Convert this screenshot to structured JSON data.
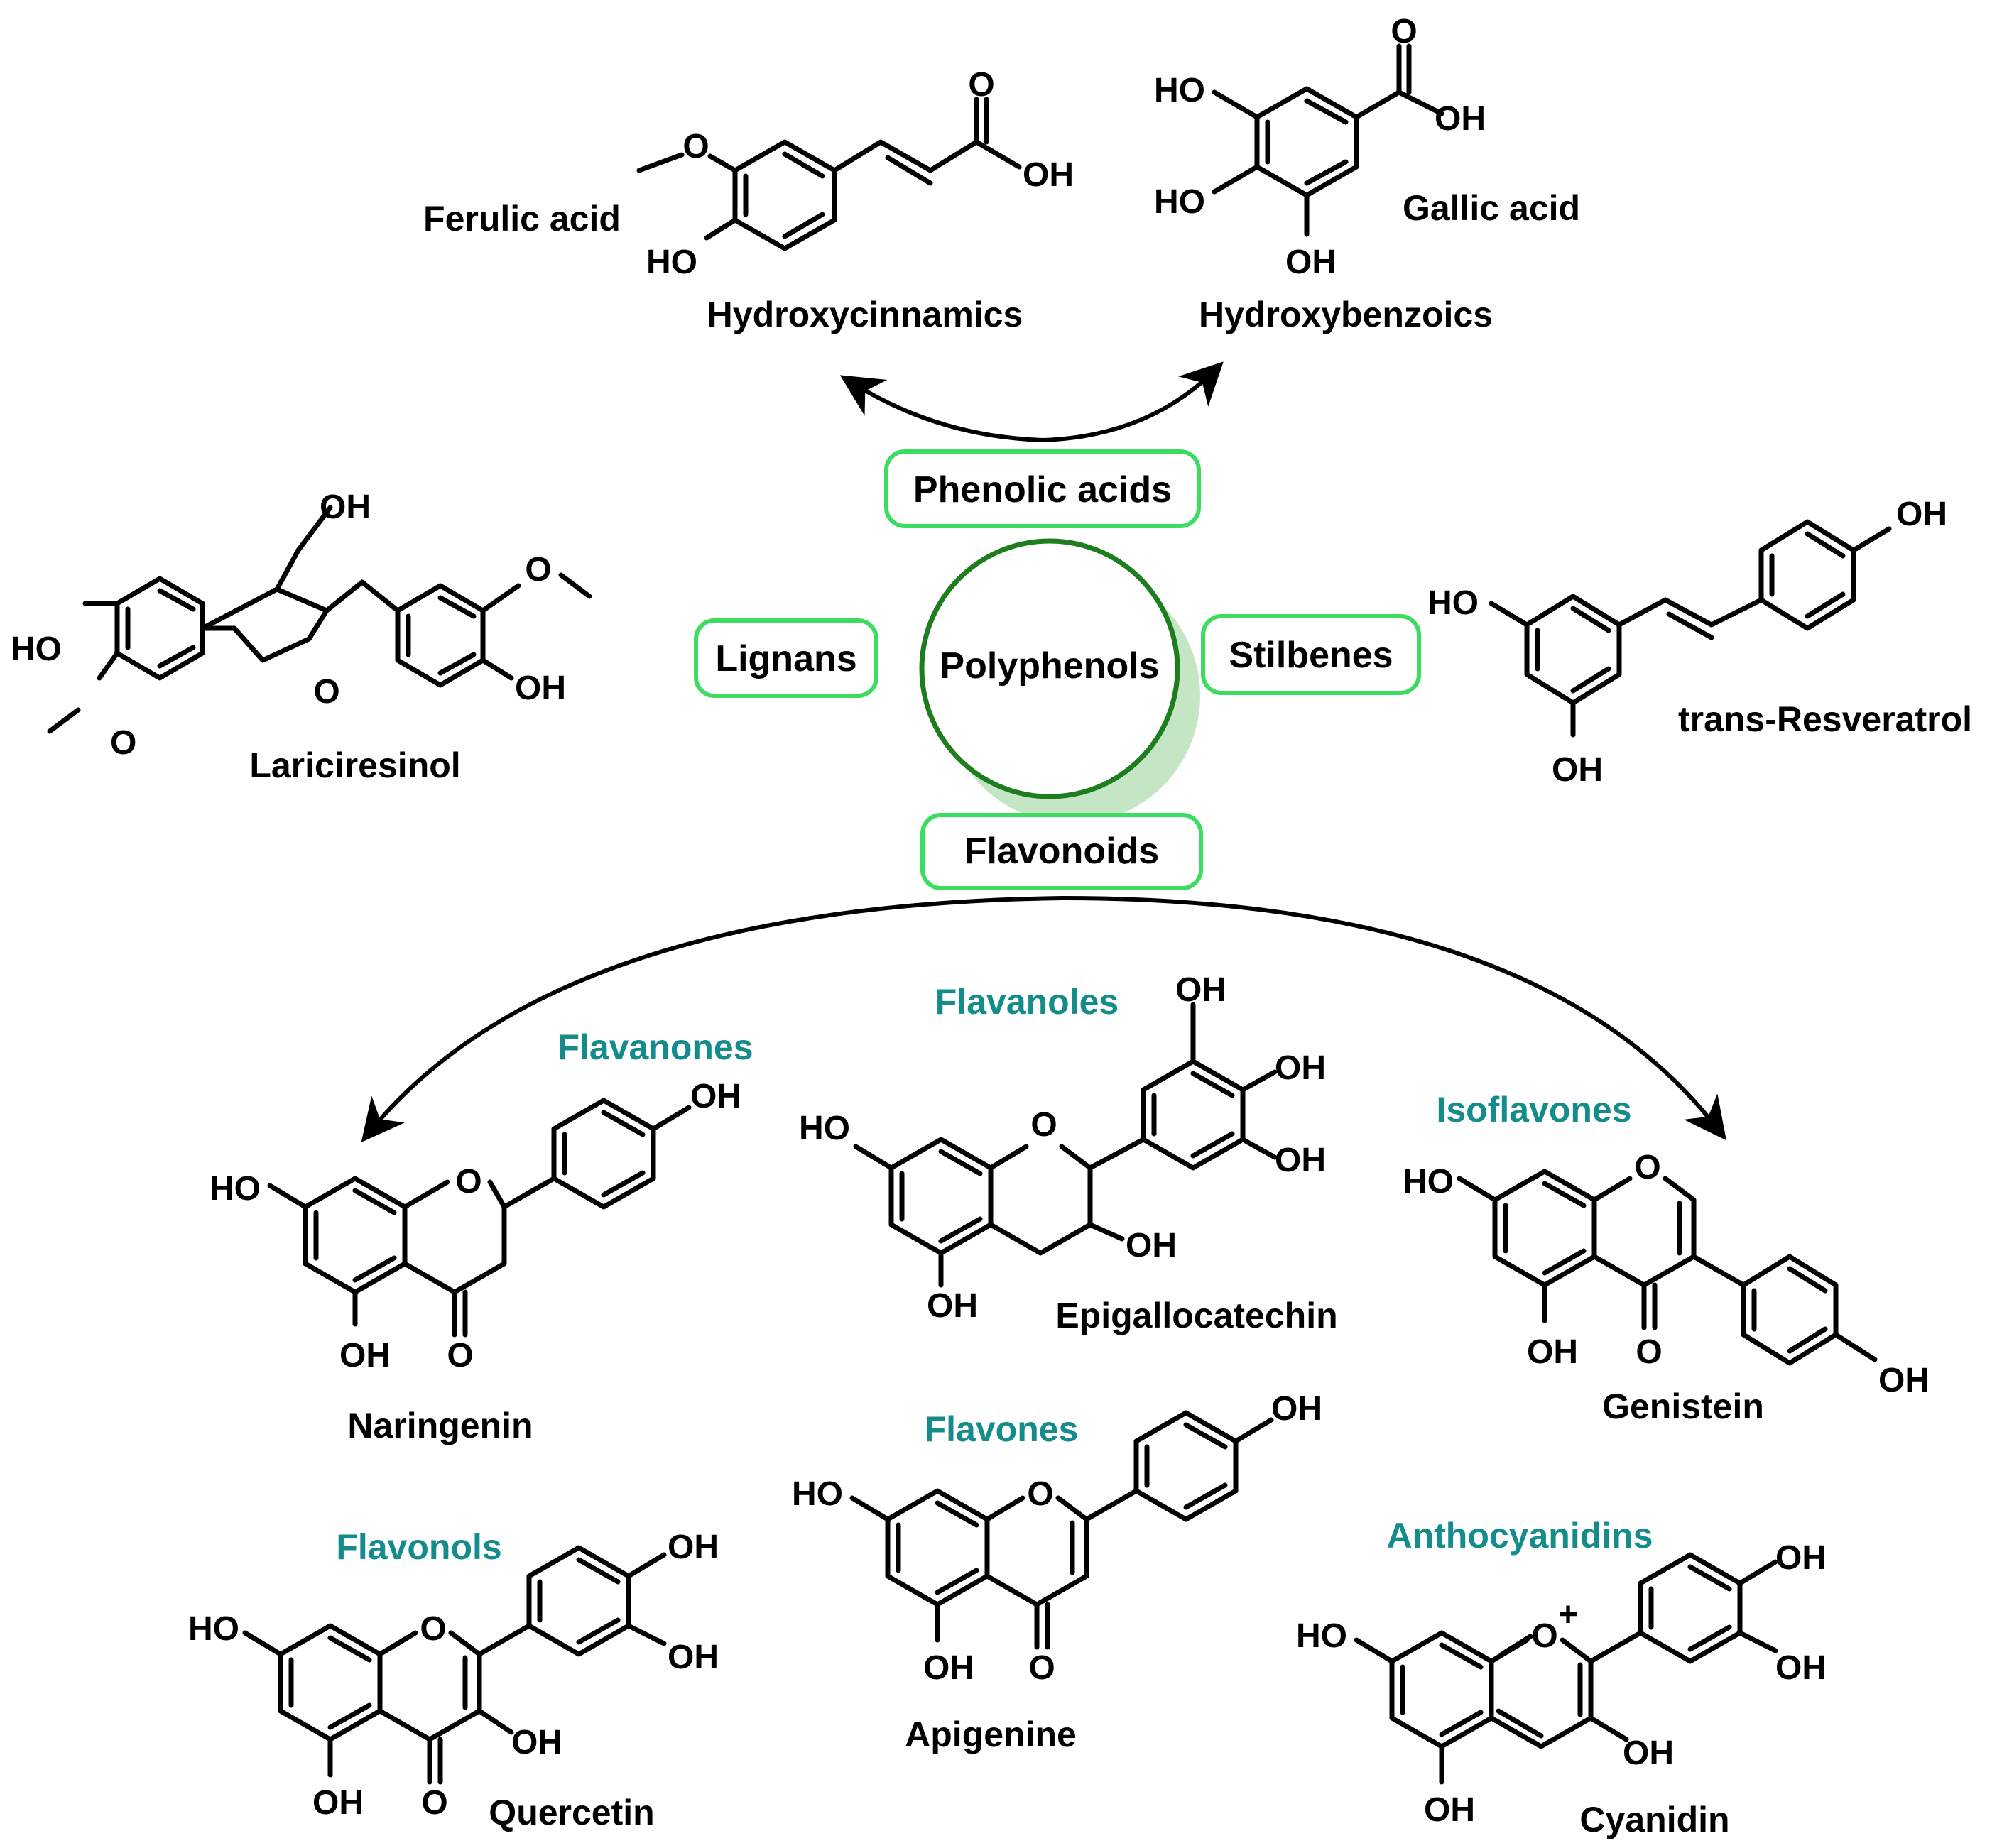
{
  "center": {
    "label": "Polyphenols"
  },
  "classes": {
    "phenolic_acids": "Phenolic acids",
    "lignans": "Lignans",
    "stilbenes": "Stilbenes",
    "flavonoids": "Flavonoids"
  },
  "subclasses": {
    "hydroxycinnamics": "Hydroxycinnamics",
    "hydroxybenzoics": "Hydroxybenzoics",
    "flavanones": "Flavanones",
    "flavanoles": "Flavanoles",
    "isoflavones": "Isoflavones",
    "flavonols": "Flavonols",
    "flavones": "Flavones",
    "anthocyanidins": "Anthocyanidins"
  },
  "compounds": {
    "ferulic_acid": "Ferulic acid",
    "gallic_acid": "Gallic acid",
    "lariciresinol": "Lariciresinol",
    "resveratrol": "trans-Resveratrol",
    "naringenin": "Naringenin",
    "epigallocatechin": "Epigallocatechin",
    "genistein": "Genistein",
    "quercetin": "Quercetin",
    "apigenine": "Apigenine",
    "cyanidin": "Cyanidin"
  },
  "atoms": {
    "o": "O",
    "oh": "OH",
    "ho": "HO",
    "o_plus": "O",
    "plus": "+"
  },
  "colors": {
    "box_border": "#3cdc60",
    "circle": "#1e7d1e",
    "circle_shadow": "#bfe3bf",
    "subclass_text": "#148c8c",
    "text": "#000000"
  }
}
